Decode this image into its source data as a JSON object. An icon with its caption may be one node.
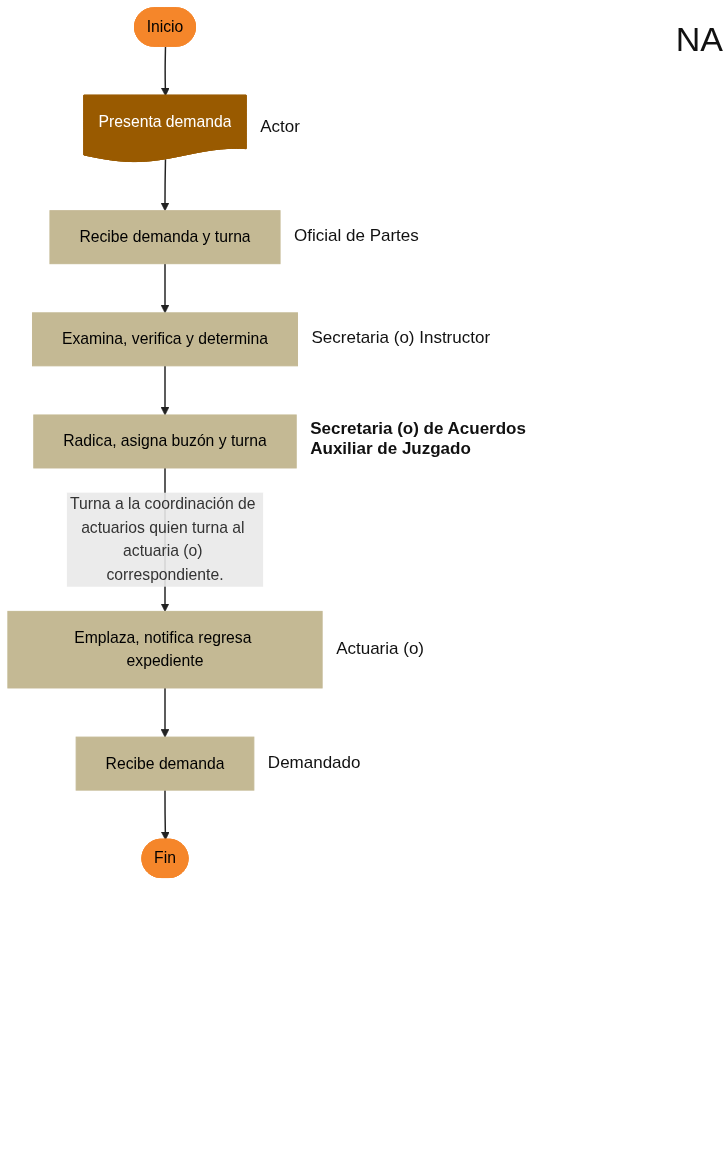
{
  "diagram": {
    "nodes": [
      {
        "text": [
          "Inicio"
        ]
      },
      {
        "text": [
          "Presenta demanda"
        ],
        "beside": [
          "Actor"
        ]
      },
      {
        "text": [
          "Recibe demanda y turna"
        ],
        "beside": [
          "Oficial de Partes"
        ]
      },
      {
        "text": [
          "Examina, verifica y determina"
        ],
        "beside": [
          "Secretaria (o) Instructor"
        ]
      },
      {
        "text": [
          "Radica, asigna buzón y turna"
        ],
        "beside": [
          "Secretaria (o) de Acuerdos",
          "Auxiliar de Juzgado"
        ]
      },
      {
        "text": [
          "Emplaza, notifica regresa expediente"
        ],
        "beside": [
          "Actuaria (o)"
        ]
      },
      {
        "text": [
          "Recibe demanda"
        ],
        "beside": [
          "Demandado"
        ]
      },
      {
        "text": [
          "Fin"
        ]
      }
    ],
    "edges": [
      {
        "from": 0,
        "to": 1,
        "arrow": "to"
      },
      {
        "from": 1,
        "to": 2,
        "arrow": "to"
      },
      {
        "from": 2,
        "to": 3,
        "arrow": "to"
      },
      {
        "from": 3,
        "to": 4,
        "arrow": "to"
      },
      {
        "from": 4,
        "to": 5,
        "arrow": "to",
        "label": "Turna a la coordinación de actuarios quien turna al actuaria (o) correspondiente."
      },
      {
        "from": 5,
        "to": 6,
        "arrow": "to"
      },
      {
        "from": 6,
        "to": 7,
        "arrow": "to"
      }
    ],
    "labels": [
      "NA"
    ]
  }
}
